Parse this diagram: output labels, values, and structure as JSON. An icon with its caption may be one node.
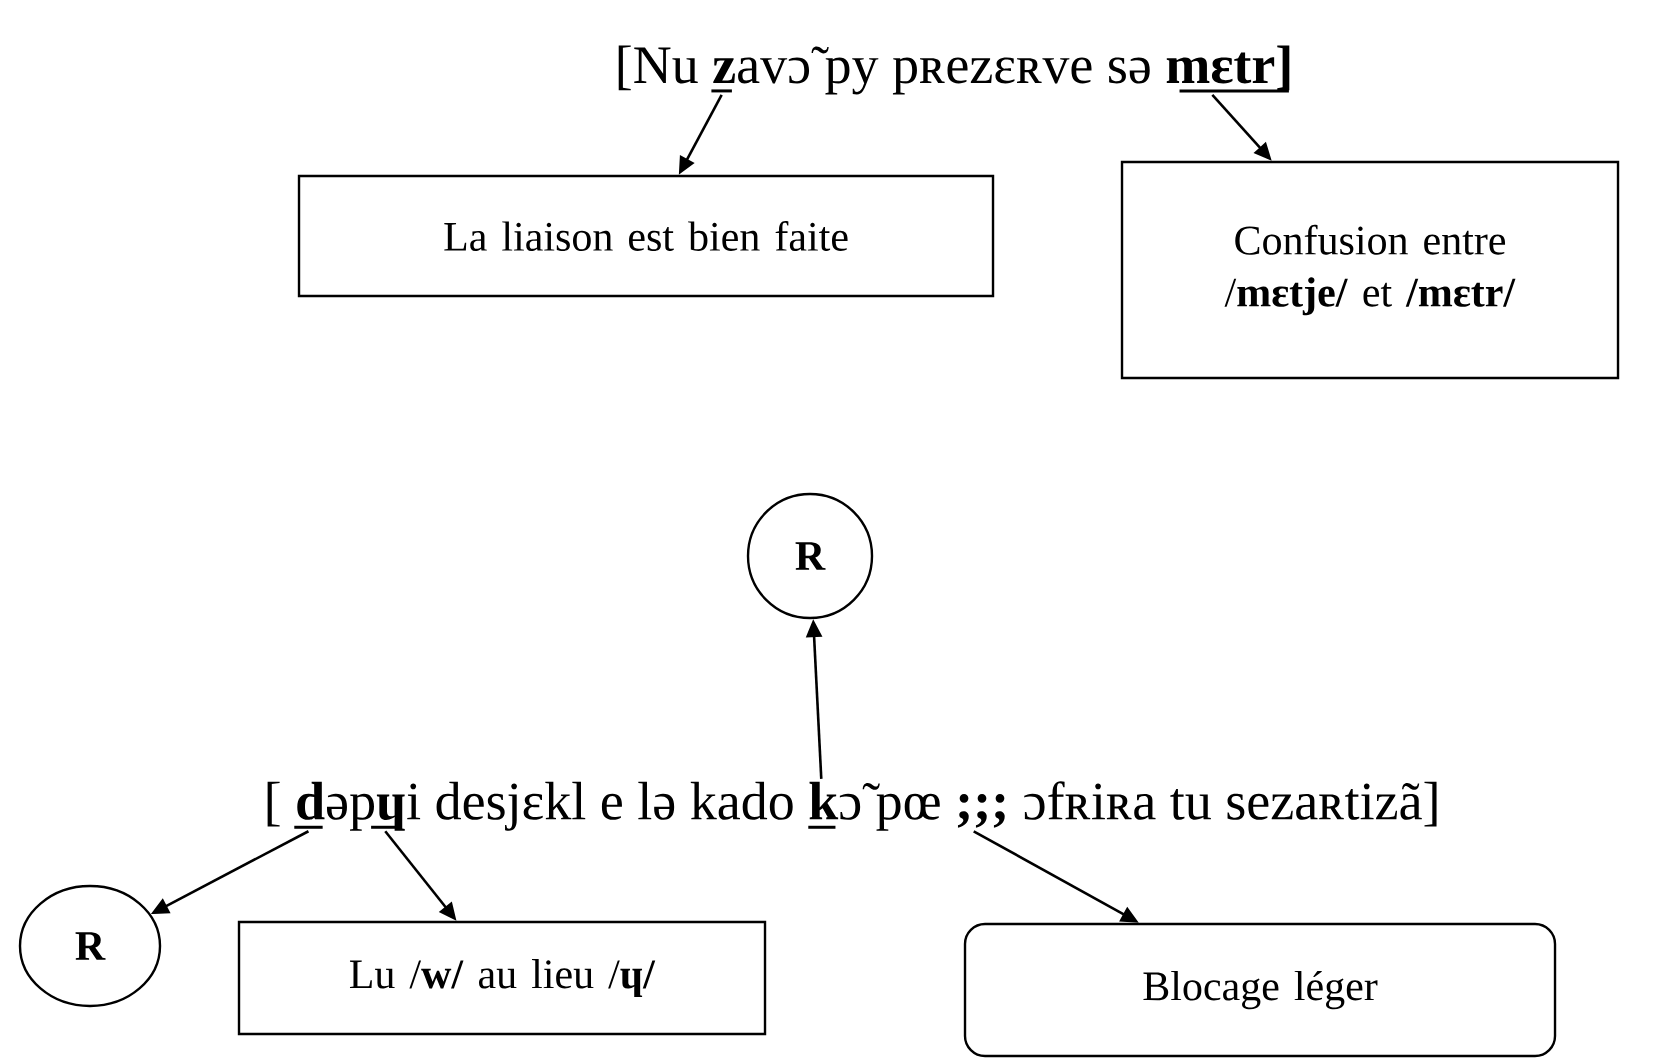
{
  "diagram": {
    "nodes": [
      {
        "text": [
          "[Nu **z**avɔ̃ py pʀezɛʀve  sə  **mɛtr]**"
        ]
      },
      {
        "text": [
          "La liaison est bien faite"
        ]
      },
      {
        "text": [
          "Confusion entre /**mɛtje/** et **/mɛtr/**"
        ]
      },
      {
        "text": [
          "R"
        ]
      },
      {
        "text": [
          "[ **d**əp**ɥ**i desjɛkl e lə kado **k**ɔ̃ pœ **;;;** ɔfʀiʀa tu sezaʀtizã]"
        ]
      },
      {
        "text": [
          "R"
        ]
      },
      {
        "text": [
          "Lu /**w/** au lieu /**ɥ/**"
        ]
      },
      {
        "text": [
          "Blocage léger"
        ]
      }
    ],
    "edges": [
      {
        "from": 0,
        "to": 1,
        "arrow": "to"
      },
      {
        "from": 0,
        "to": 2,
        "arrow": "to"
      },
      {
        "from": 4,
        "to": 3,
        "arrow": "to"
      },
      {
        "from": 4,
        "to": 5,
        "arrow": "to"
      },
      {
        "from": 4,
        "to": 6,
        "arrow": "to"
      },
      {
        "from": 4,
        "to": 7,
        "arrow": "to"
      }
    ]
  }
}
